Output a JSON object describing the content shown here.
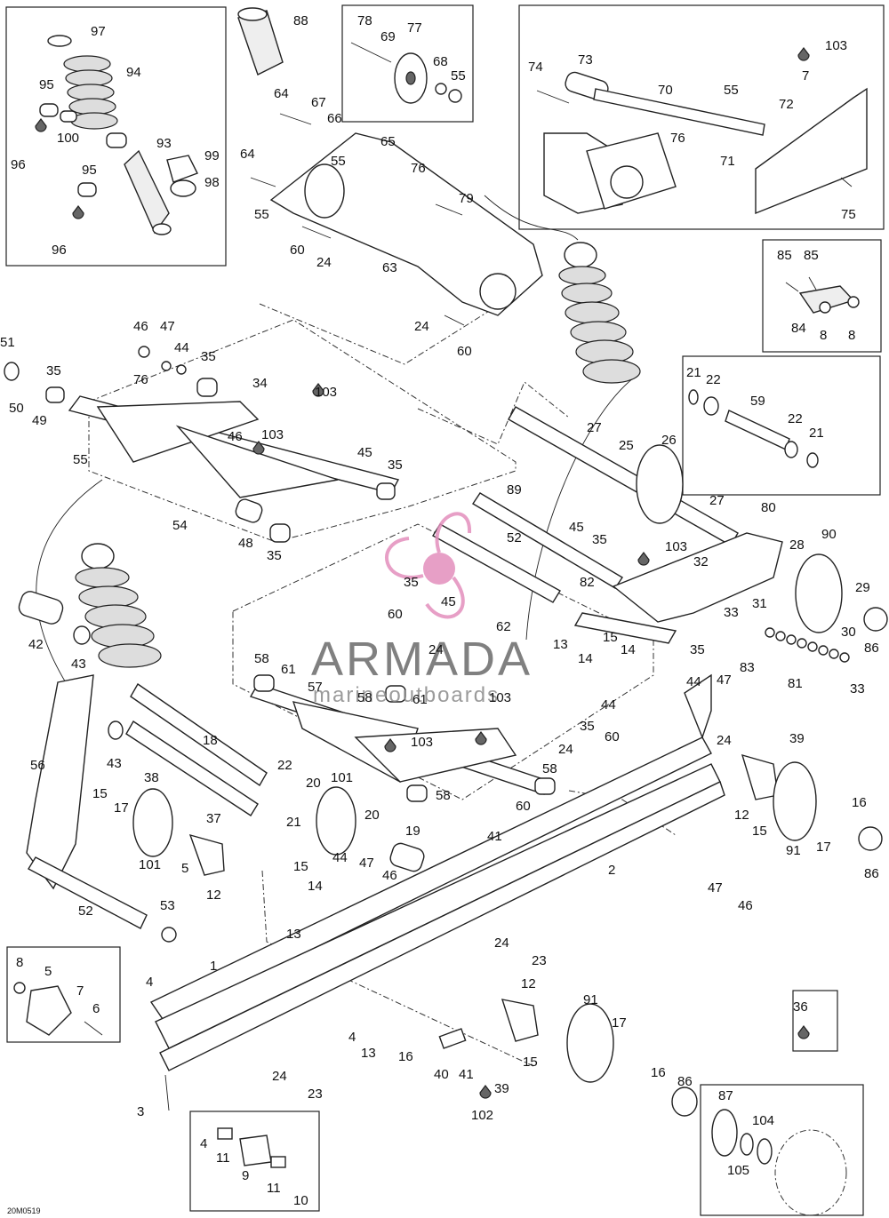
{
  "diagram": {
    "drawing_code": "20M0519",
    "watermark": {
      "brand": "ARMADA",
      "tagline": "marineoutboards",
      "color": "#e38fbd"
    },
    "labels": [
      {
        "id": "97",
        "text": "97"
      },
      {
        "id": "88",
        "text": "88"
      },
      {
        "id": "78",
        "text": "78"
      },
      {
        "id": "77",
        "text": "77"
      },
      {
        "id": "69",
        "text": "69"
      },
      {
        "id": "68",
        "text": "68"
      },
      {
        "id": "55a",
        "text": "55"
      },
      {
        "id": "73",
        "text": "73"
      },
      {
        "id": "74",
        "text": "74"
      },
      {
        "id": "103a",
        "text": "103"
      },
      {
        "id": "7a",
        "text": "7"
      },
      {
        "id": "94",
        "text": "94"
      },
      {
        "id": "95a",
        "text": "95"
      },
      {
        "id": "100",
        "text": "100"
      },
      {
        "id": "96a",
        "text": "96"
      },
      {
        "id": "93",
        "text": "93"
      },
      {
        "id": "99",
        "text": "99"
      },
      {
        "id": "98",
        "text": "98"
      },
      {
        "id": "95b",
        "text": "95"
      },
      {
        "id": "96b",
        "text": "96"
      },
      {
        "id": "64a",
        "text": "64"
      },
      {
        "id": "67",
        "text": "67"
      },
      {
        "id": "66",
        "text": "66"
      },
      {
        "id": "65",
        "text": "65"
      },
      {
        "id": "64b",
        "text": "64"
      },
      {
        "id": "55b",
        "text": "55"
      },
      {
        "id": "76a",
        "text": "76"
      },
      {
        "id": "79",
        "text": "79"
      },
      {
        "id": "55c",
        "text": "55"
      },
      {
        "id": "60a",
        "text": "60"
      },
      {
        "id": "24a",
        "text": "24"
      },
      {
        "id": "63",
        "text": "63"
      },
      {
        "id": "24b",
        "text": "24"
      },
      {
        "id": "60b",
        "text": "60"
      },
      {
        "id": "70",
        "text": "70"
      },
      {
        "id": "55d",
        "text": "55"
      },
      {
        "id": "72",
        "text": "72"
      },
      {
        "id": "76b",
        "text": "76"
      },
      {
        "id": "71",
        "text": "71"
      },
      {
        "id": "75",
        "text": "75"
      },
      {
        "id": "85a",
        "text": "85"
      },
      {
        "id": "85b",
        "text": "85"
      },
      {
        "id": "84",
        "text": "84"
      },
      {
        "id": "8a",
        "text": "8"
      },
      {
        "id": "8b",
        "text": "8"
      },
      {
        "id": "46a",
        "text": "46"
      },
      {
        "id": "47a",
        "text": "47"
      },
      {
        "id": "44a",
        "text": "44"
      },
      {
        "id": "35a",
        "text": "35"
      },
      {
        "id": "51",
        "text": "51"
      },
      {
        "id": "35b",
        "text": "35"
      },
      {
        "id": "76c",
        "text": "76"
      },
      {
        "id": "34",
        "text": "34"
      },
      {
        "id": "103b",
        "text": "103"
      },
      {
        "id": "50",
        "text": "50"
      },
      {
        "id": "49",
        "text": "49"
      },
      {
        "id": "21a",
        "text": "21"
      },
      {
        "id": "22a",
        "text": "22"
      },
      {
        "id": "59",
        "text": "59"
      },
      {
        "id": "22b",
        "text": "22"
      },
      {
        "id": "21b",
        "text": "21"
      },
      {
        "id": "46b",
        "text": "46"
      },
      {
        "id": "103c",
        "text": "103"
      },
      {
        "id": "27a",
        "text": "27"
      },
      {
        "id": "25",
        "text": "25"
      },
      {
        "id": "26",
        "text": "26"
      },
      {
        "id": "55e",
        "text": "55"
      },
      {
        "id": "45a",
        "text": "45"
      },
      {
        "id": "35c",
        "text": "35"
      },
      {
        "id": "54",
        "text": "54"
      },
      {
        "id": "48",
        "text": "48"
      },
      {
        "id": "35d",
        "text": "35"
      },
      {
        "id": "89",
        "text": "89"
      },
      {
        "id": "27b",
        "text": "27"
      },
      {
        "id": "80",
        "text": "80"
      },
      {
        "id": "52a",
        "text": "52"
      },
      {
        "id": "45b",
        "text": "45"
      },
      {
        "id": "35e",
        "text": "35"
      },
      {
        "id": "103d",
        "text": "103"
      },
      {
        "id": "90",
        "text": "90"
      },
      {
        "id": "28",
        "text": "28"
      },
      {
        "id": "32",
        "text": "32"
      },
      {
        "id": "82",
        "text": "82"
      },
      {
        "id": "31",
        "text": "31"
      },
      {
        "id": "29",
        "text": "29"
      },
      {
        "id": "33a",
        "text": "33"
      },
      {
        "id": "42",
        "text": "42"
      },
      {
        "id": "43a",
        "text": "43"
      },
      {
        "id": "35f",
        "text": "35"
      },
      {
        "id": "45c",
        "text": "45"
      },
      {
        "id": "60c",
        "text": "60"
      },
      {
        "id": "62",
        "text": "62"
      },
      {
        "id": "30",
        "text": "30"
      },
      {
        "id": "86a",
        "text": "86"
      },
      {
        "id": "13a",
        "text": "13"
      },
      {
        "id": "15a",
        "text": "15"
      },
      {
        "id": "14a",
        "text": "14"
      },
      {
        "id": "35g",
        "text": "35"
      },
      {
        "id": "83",
        "text": "83"
      },
      {
        "id": "24c",
        "text": "24"
      },
      {
        "id": "14b",
        "text": "14"
      },
      {
        "id": "58a",
        "text": "58"
      },
      {
        "id": "61a",
        "text": "61"
      },
      {
        "id": "57",
        "text": "57"
      },
      {
        "id": "58b",
        "text": "58"
      },
      {
        "id": "61b",
        "text": "61"
      },
      {
        "id": "103e",
        "text": "103"
      },
      {
        "id": "44b",
        "text": "44"
      },
      {
        "id": "81",
        "text": "81"
      },
      {
        "id": "33b",
        "text": "33"
      },
      {
        "id": "47b",
        "text": "47"
      },
      {
        "id": "44c",
        "text": "44"
      },
      {
        "id": "56",
        "text": "56"
      },
      {
        "id": "18",
        "text": "18"
      },
      {
        "id": "103f",
        "text": "103"
      },
      {
        "id": "35h",
        "text": "35"
      },
      {
        "id": "60d",
        "text": "60"
      },
      {
        "id": "39a",
        "text": "39"
      },
      {
        "id": "24d",
        "text": "24"
      },
      {
        "id": "24e",
        "text": "24"
      },
      {
        "id": "43b",
        "text": "43"
      },
      {
        "id": "38",
        "text": "38"
      },
      {
        "id": "22c",
        "text": "22"
      },
      {
        "id": "20a",
        "text": "20"
      },
      {
        "id": "101a",
        "text": "101"
      },
      {
        "id": "58c",
        "text": "58"
      },
      {
        "id": "15b",
        "text": "15"
      },
      {
        "id": "17a",
        "text": "17"
      },
      {
        "id": "37",
        "text": "37"
      },
      {
        "id": "21c",
        "text": "21"
      },
      {
        "id": "58d",
        "text": "58"
      },
      {
        "id": "60e",
        "text": "60"
      },
      {
        "id": "12a",
        "text": "12"
      },
      {
        "id": "15c",
        "text": "15"
      },
      {
        "id": "16a",
        "text": "16"
      },
      {
        "id": "20b",
        "text": "20"
      },
      {
        "id": "41a",
        "text": "41"
      },
      {
        "id": "19",
        "text": "19"
      },
      {
        "id": "101b",
        "text": "101"
      },
      {
        "id": "5a",
        "text": "5"
      },
      {
        "id": "44d",
        "text": "44"
      },
      {
        "id": "12b",
        "text": "12"
      },
      {
        "id": "15d",
        "text": "15"
      },
      {
        "id": "47c",
        "text": "47"
      },
      {
        "id": "91a",
        "text": "91"
      },
      {
        "id": "17b",
        "text": "17"
      },
      {
        "id": "86b",
        "text": "86"
      },
      {
        "id": "2",
        "text": "2"
      },
      {
        "id": "14c",
        "text": "14"
      },
      {
        "id": "46c",
        "text": "46"
      },
      {
        "id": "52b",
        "text": "52"
      },
      {
        "id": "53",
        "text": "53"
      },
      {
        "id": "47d",
        "text": "47"
      },
      {
        "id": "46d",
        "text": "46"
      },
      {
        "id": "13b",
        "text": "13"
      },
      {
        "id": "24f",
        "text": "24"
      },
      {
        "id": "23a",
        "text": "23"
      },
      {
        "id": "8c",
        "text": "8"
      },
      {
        "id": "5b",
        "text": "5"
      },
      {
        "id": "7b",
        "text": "7"
      },
      {
        "id": "6",
        "text": "6"
      },
      {
        "id": "4a",
        "text": "4"
      },
      {
        "id": "1",
        "text": "1"
      },
      {
        "id": "12c",
        "text": "12"
      },
      {
        "id": "91b",
        "text": "91"
      },
      {
        "id": "36",
        "text": "36"
      },
      {
        "id": "4b",
        "text": "4"
      },
      {
        "id": "13c",
        "text": "13"
      },
      {
        "id": "16b",
        "text": "16"
      },
      {
        "id": "17c",
        "text": "17"
      },
      {
        "id": "15e",
        "text": "15"
      },
      {
        "id": "40",
        "text": "40"
      },
      {
        "id": "41b",
        "text": "41"
      },
      {
        "id": "39b",
        "text": "39"
      },
      {
        "id": "16c",
        "text": "16"
      },
      {
        "id": "86c",
        "text": "86"
      },
      {
        "id": "24g",
        "text": "24"
      },
      {
        "id": "23b",
        "text": "23"
      },
      {
        "id": "102",
        "text": "102"
      },
      {
        "id": "87",
        "text": "87"
      },
      {
        "id": "104",
        "text": "104"
      },
      {
        "id": "3",
        "text": "3"
      },
      {
        "id": "4c",
        "text": "4"
      },
      {
        "id": "11a",
        "text": "11"
      },
      {
        "id": "9",
        "text": "9"
      },
      {
        "id": "11b",
        "text": "11"
      },
      {
        "id": "10",
        "text": "10"
      },
      {
        "id": "105",
        "text": "105"
      }
    ]
  }
}
